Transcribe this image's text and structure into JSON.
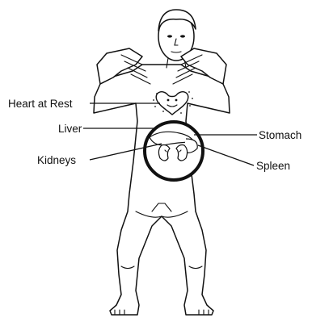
{
  "labels": {
    "heart": "Heart at Rest",
    "liver": "Liver",
    "kidneys": "Kidneys",
    "stomach": "Stomach",
    "spleen": "Spleen"
  },
  "colors": {
    "ink": "#111111",
    "background": "#ffffff"
  }
}
